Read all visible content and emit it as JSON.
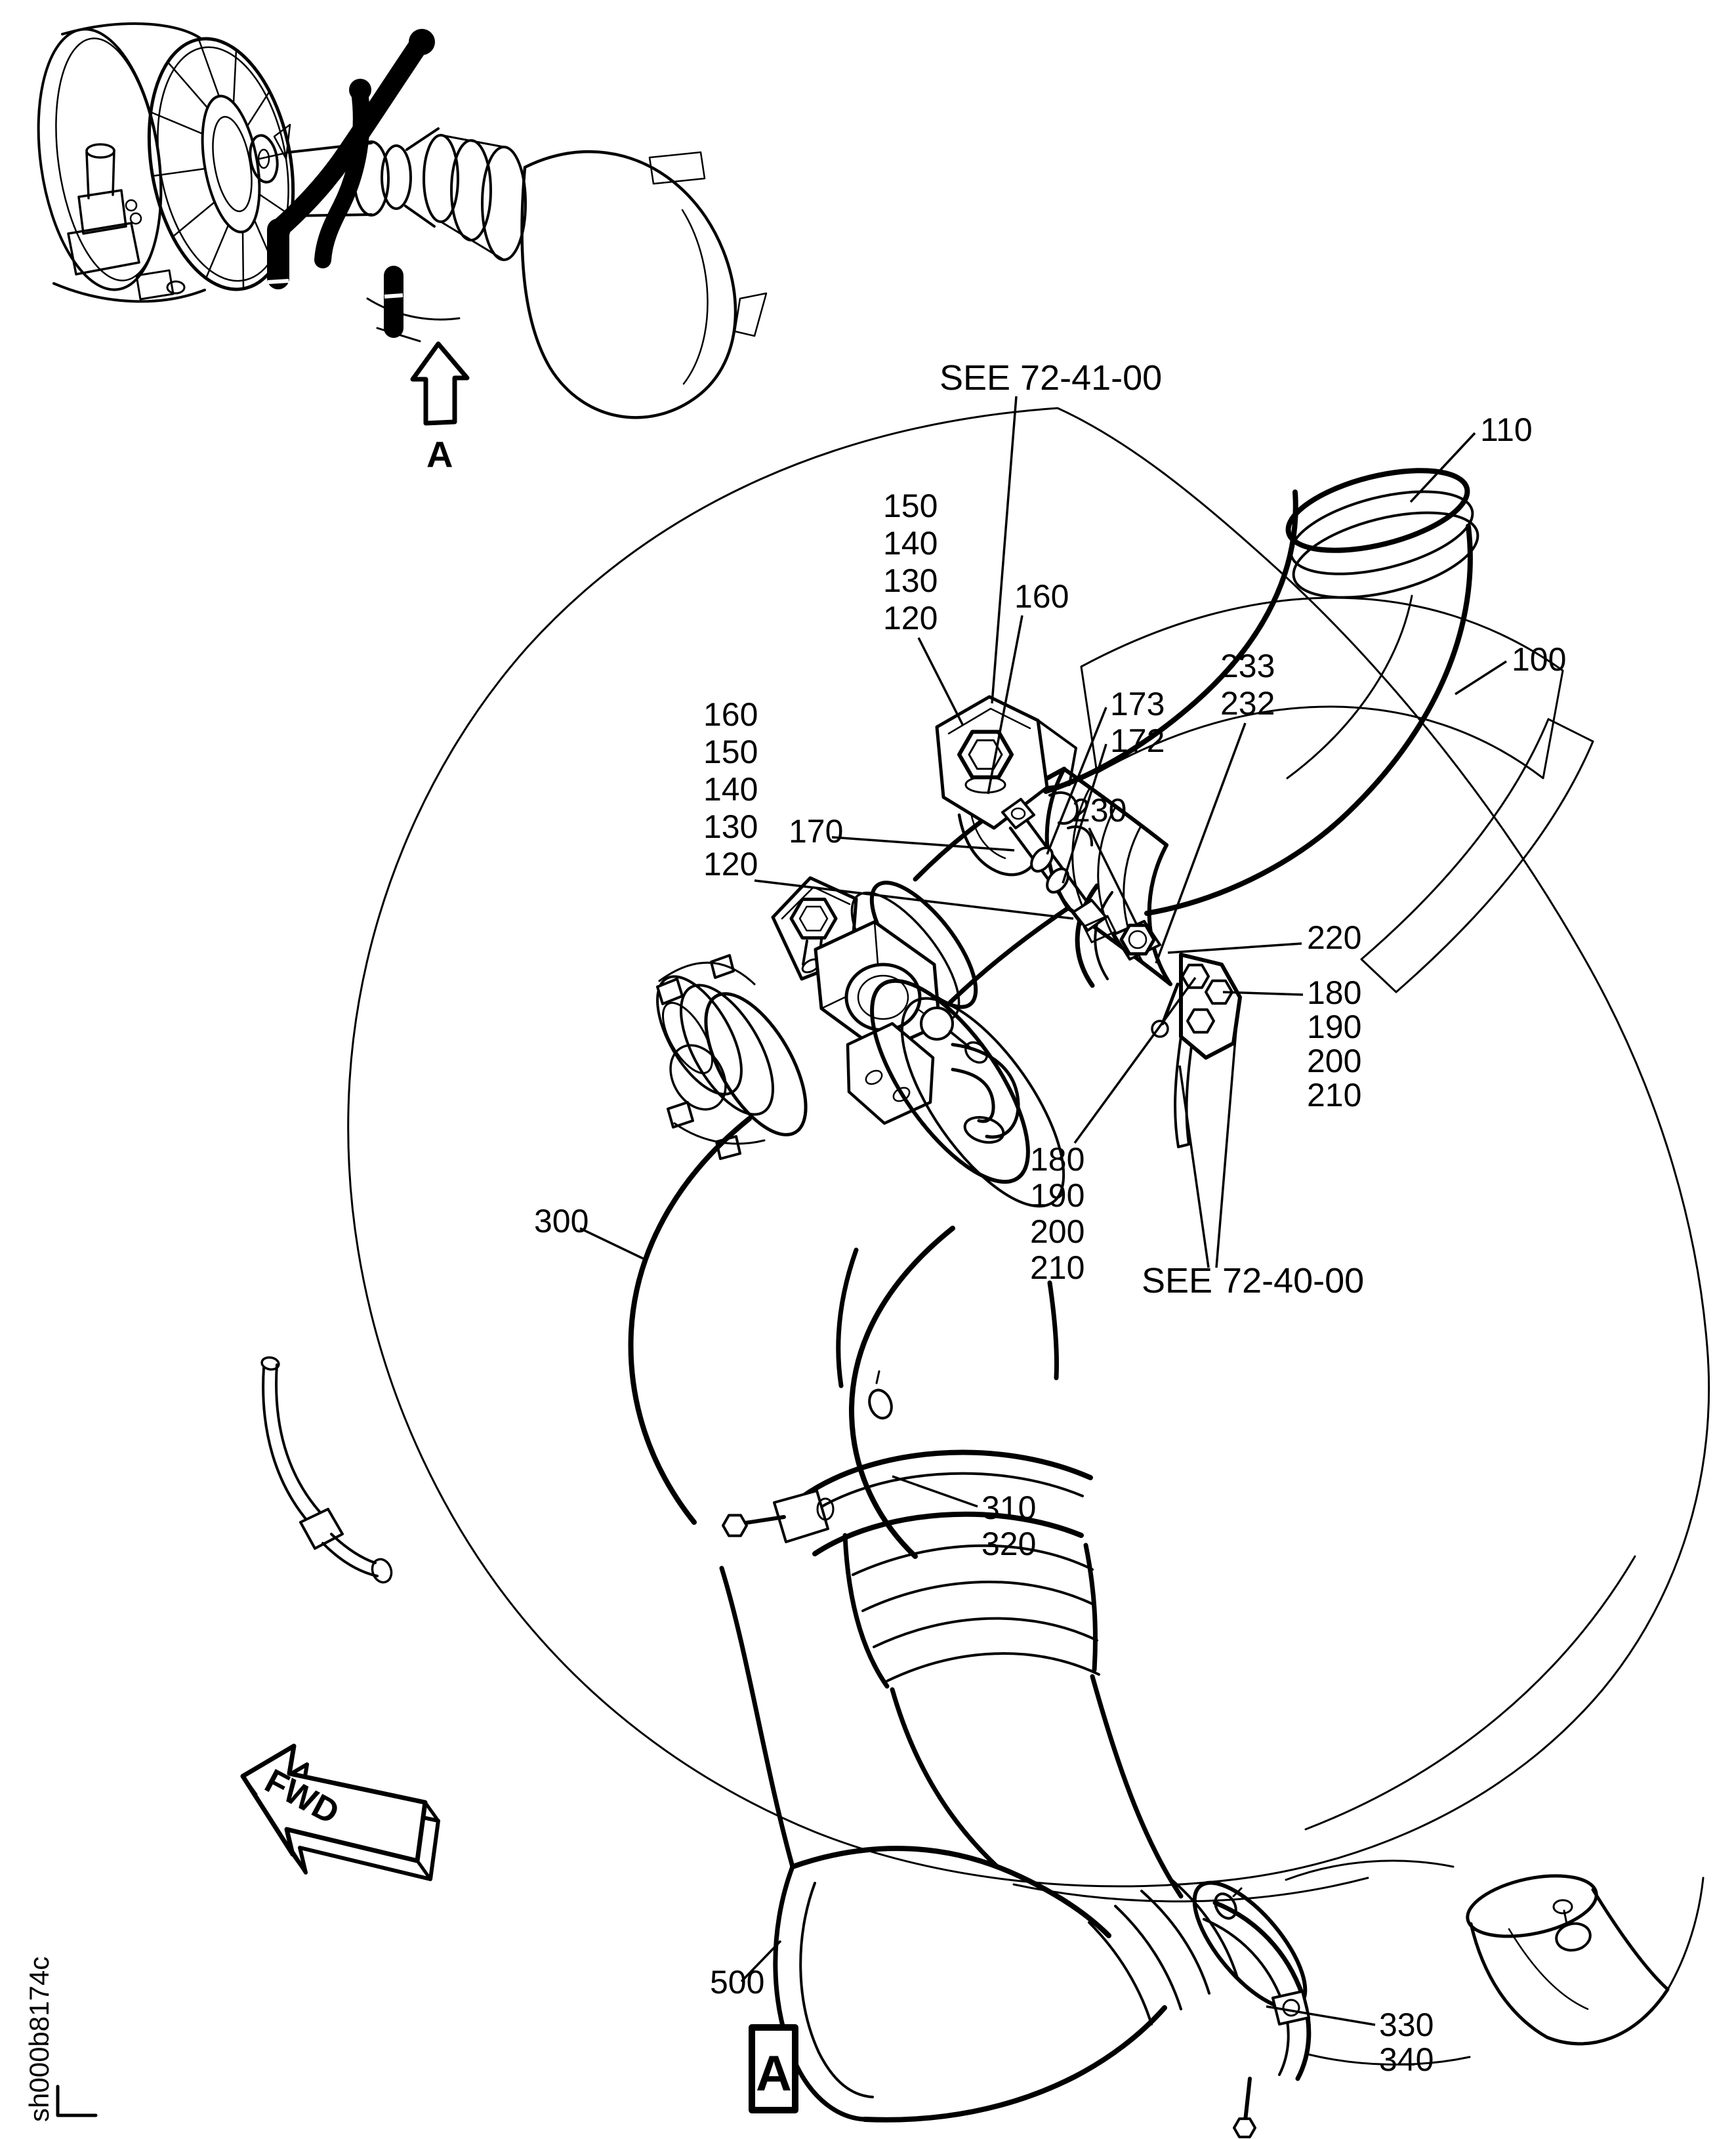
{
  "figure": {
    "document_code": "sh000b8174c",
    "detail_marker": "A",
    "detail_box_label": "A",
    "fwd_label": "FWD"
  },
  "callouts": {
    "see_72_41": "SEE 72-41-00",
    "see_72_40": "SEE 72-40-00",
    "n110": "110",
    "n100": "100",
    "stack_upper": [
      "150",
      "140",
      "130",
      "120"
    ],
    "n160": "160",
    "stack_left": [
      "160",
      "150",
      "140",
      "130",
      "120"
    ],
    "n170": "170",
    "n173": "173",
    "n172": "172",
    "n233": "233",
    "n232": "232",
    "n230": "230",
    "n220": "220",
    "stack_right": [
      "180",
      "190",
      "200",
      "210"
    ],
    "stack_mid": [
      "180",
      "190",
      "200",
      "210"
    ],
    "n300": "300",
    "stack_310_320": [
      "310",
      "320"
    ],
    "n500": "500",
    "stack_330_340": [
      "330",
      "340"
    ]
  }
}
